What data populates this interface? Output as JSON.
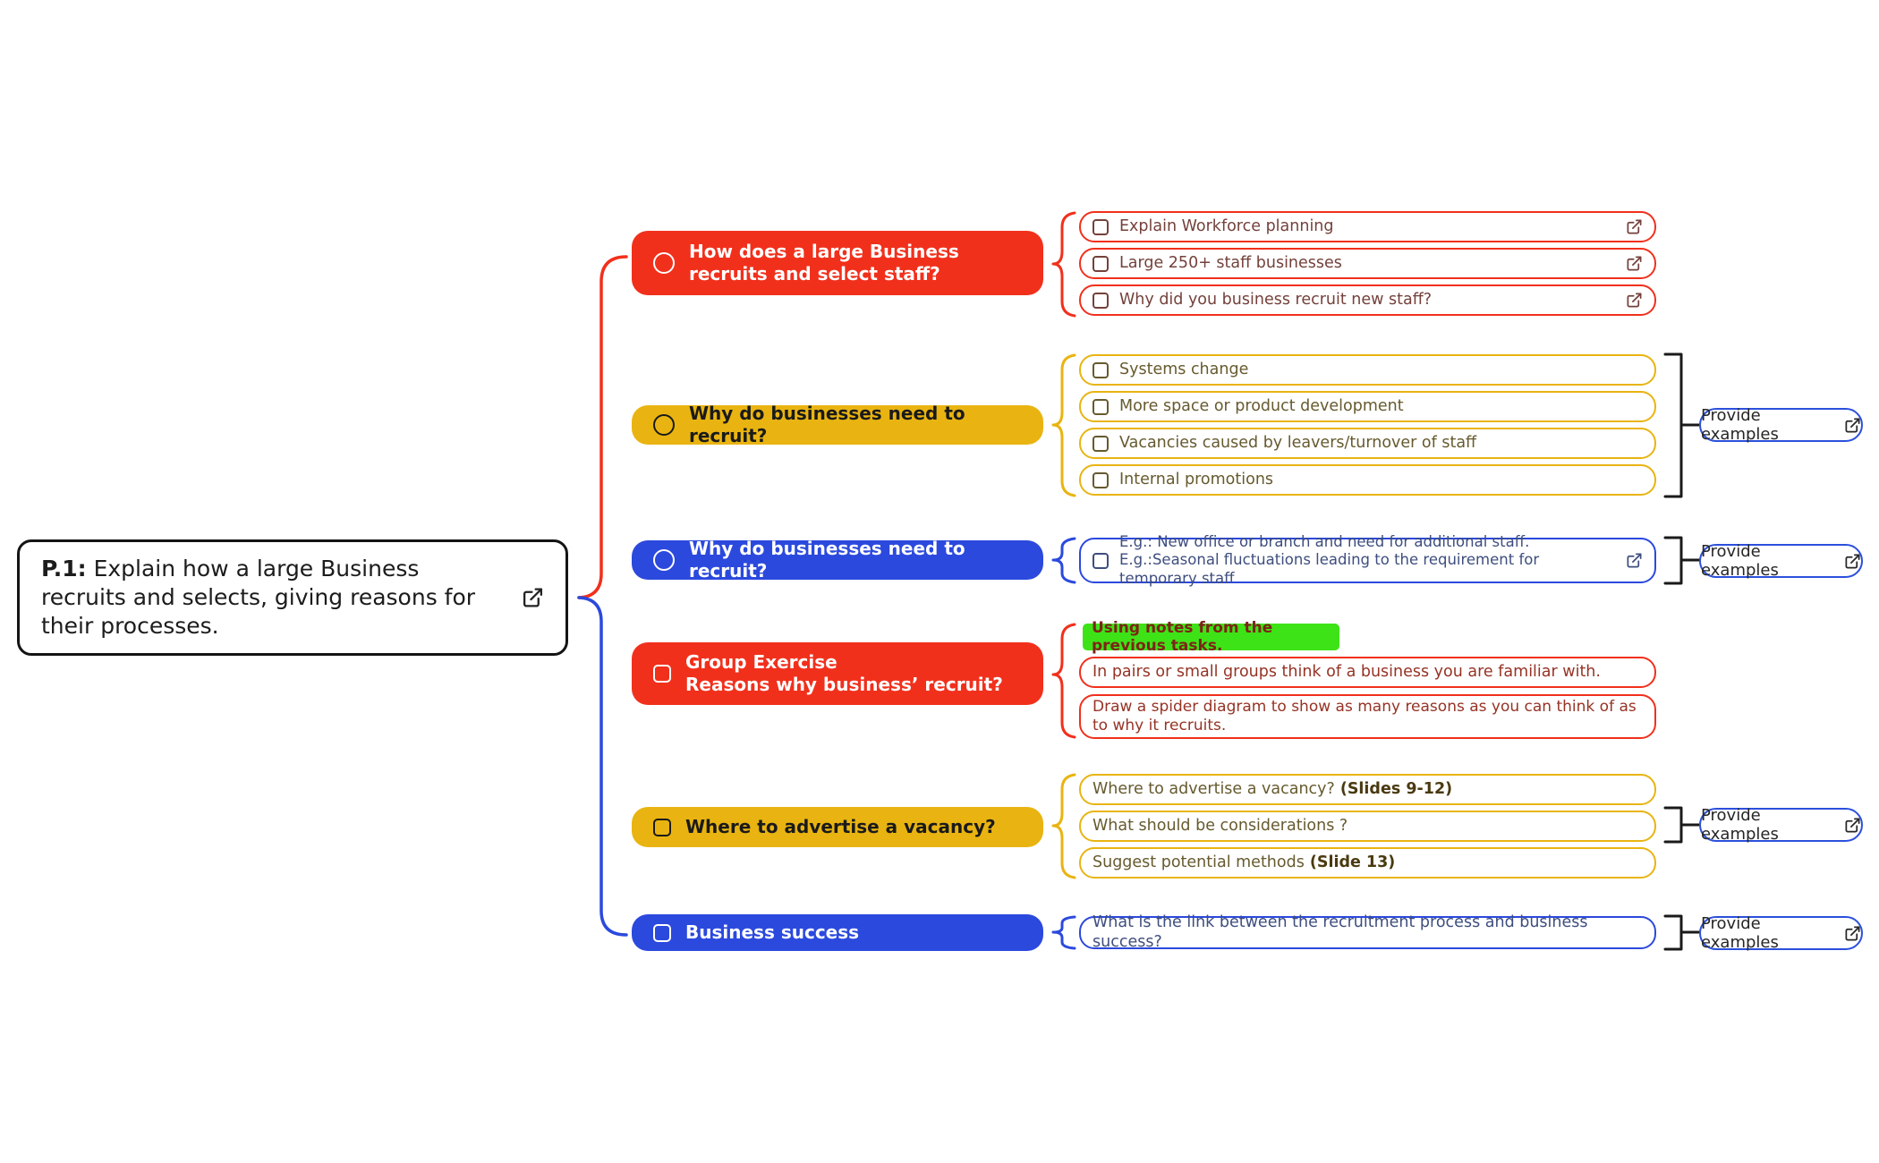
{
  "root": {
    "prefix": "P.1:",
    "text": " Explain how a large Business recruits and selects, giving reasons for their processes."
  },
  "colors": {
    "red": "#f1301c",
    "yellow": "#e9b411",
    "blue": "#2b49dd",
    "green_highlight": "#3ee317",
    "bracket_black": "#1a1a1a",
    "action_border_blue": "#2b50dc"
  },
  "branches": [
    {
      "title": "How does a large Business recruits and select staff?",
      "items": [
        {
          "text": "Explain Workforce planning"
        },
        {
          "text": "Large 250+ staff businesses"
        },
        {
          "text": "Why did you business recruit new staff?"
        }
      ]
    },
    {
      "title": "Why do businesses need to recruit?",
      "items": [
        {
          "text": "Systems change"
        },
        {
          "text": "More space or product development"
        },
        {
          "text": "Vacancies caused by leavers/turnover of staff"
        },
        {
          "text": "Internal promotions"
        }
      ],
      "action": "Provide examples"
    },
    {
      "title": "Why do businesses need to recruit?",
      "items": [
        {
          "line1": "E.g.: New office or branch and need for additional staff.",
          "line2": "E.g.:Seasonal fluctuations leading to the requirement for temporary staff"
        }
      ],
      "action": "Provide examples"
    },
    {
      "title_line1": "Group Exercise",
      "title_line2": "Reasons why business’ recruit?",
      "items": [
        {
          "text": "Using notes from the previous tasks."
        },
        {
          "text": "In pairs or small groups think of a business you are familiar with."
        },
        {
          "text": "Draw a spider diagram to show as many reasons as you can think of as to why it recruits."
        }
      ]
    },
    {
      "title": "Where to advertise a vacancy?",
      "items": [
        {
          "text": "Where to advertise a vacancy?",
          "suffix": "(Slides 9-12)"
        },
        {
          "text": "What should be considerations ?",
          "suffix": ""
        },
        {
          "text": "Suggest potential methods",
          "suffix": "(Slide 13)"
        }
      ],
      "action": "Provide examples"
    },
    {
      "title": "Business success",
      "items": [
        {
          "text": "What is the link between the recruitment process and business success?"
        }
      ],
      "action": "Provide examples"
    }
  ]
}
